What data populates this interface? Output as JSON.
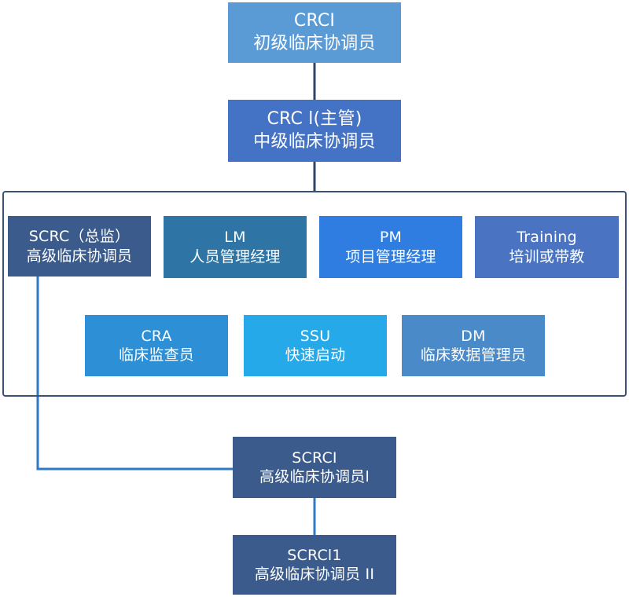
{
  "colors": {
    "light_blue": "#5b9bd5",
    "mid_blue": "#4472c4",
    "navy": "#3a5b8c",
    "teal": "#2e75a6",
    "bright_blue": "#2f7de1",
    "steel_blue": "#4a74c2",
    "sky_blue": "#2d8fd5",
    "cyan": "#26a9e8",
    "frame": "#3b5278",
    "line_dark": "#2f4466",
    "line_blue": "#2f7ac6"
  },
  "nodes": {
    "crci": {
      "code": "CRCI",
      "title": "初级临床协调员"
    },
    "crc1": {
      "code": "CRC l(主管)",
      "title": "中级临床协调员"
    },
    "scrc": {
      "code": "SCRC（总监）",
      "title": "高级临床协调员"
    },
    "lm": {
      "code": "LM",
      "title": "人员管理经理"
    },
    "pm": {
      "code": "PM",
      "title": "项目管理经理"
    },
    "training": {
      "code": "Training",
      "title": "培训或带教"
    },
    "cra": {
      "code": "CRA",
      "title": "临床监查员"
    },
    "ssu": {
      "code": "SSU",
      "title": "快速启动"
    },
    "dm": {
      "code": "DM",
      "title": "临床数据管理员"
    },
    "scrci": {
      "code": "SCRCI",
      "title": "高级临床协调员l"
    },
    "scrcl1": {
      "code": "SCRCl1",
      "title": "高级临床协调员 II"
    }
  }
}
